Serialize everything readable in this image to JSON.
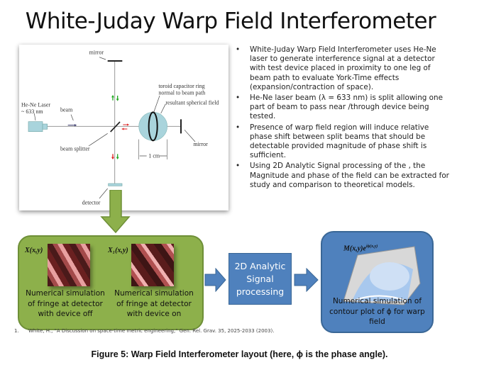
{
  "title": "White-Juday Warp Field Interferometer",
  "diagram": {
    "labels": {
      "mirror_top": "mirror",
      "laser_line1": "He-Ne Laser",
      "laser_line2": "~ 633 nm",
      "beam": "beam",
      "beam_splitter": "beam splitter",
      "toroid_line1": "toroid capacitor ring",
      "toroid_line2": "normal to beam path",
      "spherical_field": "resultant spherical field",
      "mirror_right": "mirror",
      "scale": "1 cm",
      "detector": "detector"
    }
  },
  "bullets": [
    "White-Juday Warp Field Interferometer uses He-Ne laser to generate interference signal at a detector with test device placed in proximity to one leg of beam path to evaluate York-Time effects (expansion/contraction of space).",
    "He-Ne laser beam (λ = 633 nm) is split allowing one part of beam to pass near /through device being tested.",
    "Presence of warp field region will induce relative phase shift between split beams that should be detectable provided magnitude of phase shift is sufficient.",
    "Using 2D Analytic Signal processing of the , the Magnitude and phase of the field can be extracted for study and comparison to theoretical models."
  ],
  "flow": {
    "fringe_off": {
      "math": "X(x,y)",
      "caption": "Numerical simulation of fringe at detector with device off"
    },
    "fringe_on": {
      "math": "X₁(x,y)",
      "caption": "Numerical simulation of fringe at detector with device on"
    },
    "processing": "2D Analytic Signal processing",
    "result": {
      "math": "M(x,y)e^{iϕ(x,y)}",
      "math_display": "M(x,y)e",
      "math_sup": "iϕ(x,y)",
      "caption": "Numerical simulation of contour plot of ϕ for warp field"
    }
  },
  "reference": {
    "number": "1.",
    "text": "White, H., \"A Discussion on space-time metric engineering,\" Gen. Rel. Grav. 35, 2025-2033 (2003)."
  },
  "caption": "Figure 5: Warp Field Interferometer layout (here, ϕ is the phase angle).",
  "colors": {
    "green": "#8db04b",
    "blue": "#4f81bd"
  }
}
